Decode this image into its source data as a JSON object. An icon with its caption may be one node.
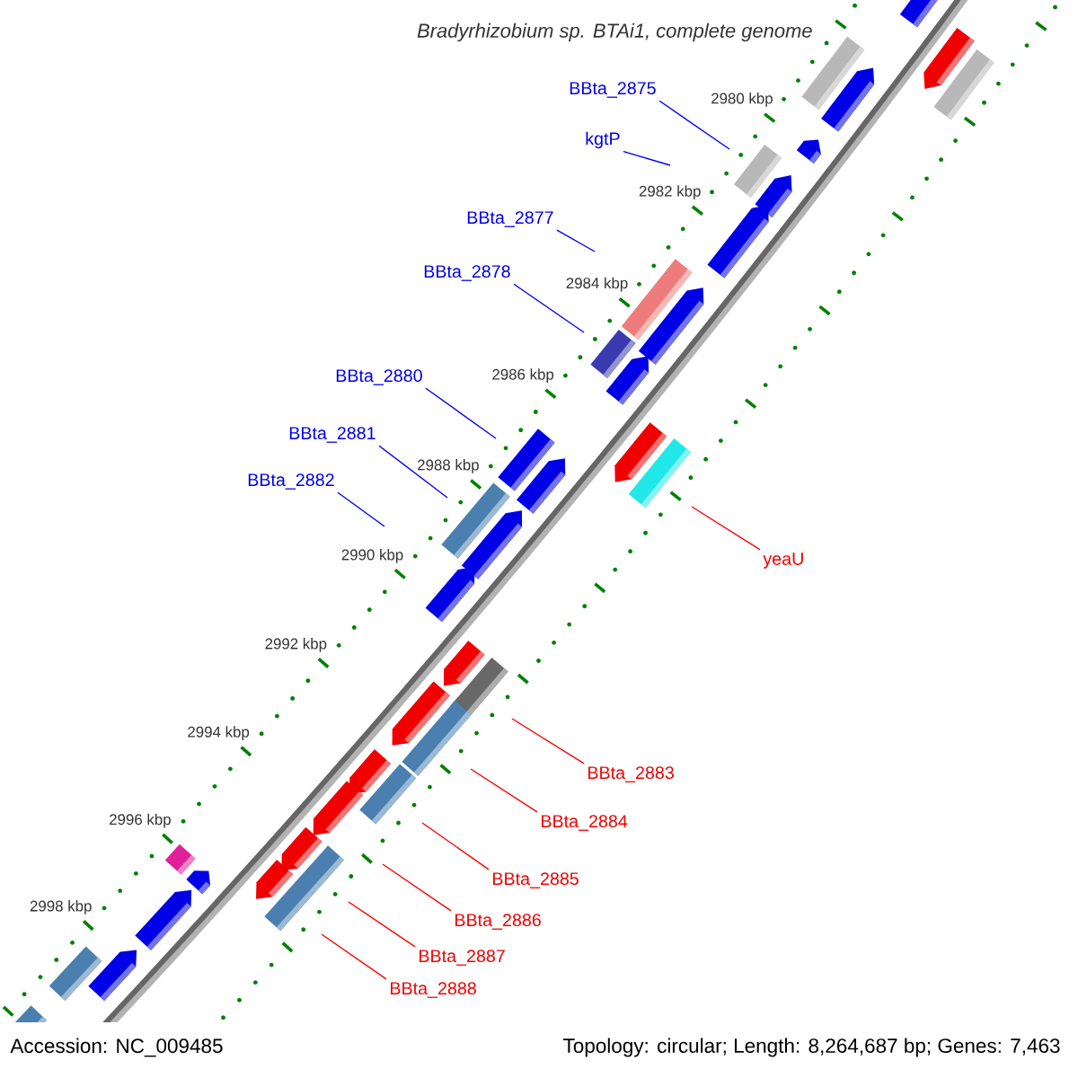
{
  "diagram": {
    "title": "Bradyrhizobium sp. BTAi1, complete genome",
    "nodes": [
      {
        "text": [
          "BBta_2875"
        ]
      },
      {
        "text": [
          "kgtP"
        ]
      },
      {
        "text": [
          "BBta_2877"
        ]
      },
      {
        "text": [
          "BBta_2878"
        ]
      },
      {
        "text": [
          "BBta_2880"
        ]
      },
      {
        "text": [
          "BBta_2881"
        ]
      },
      {
        "text": [
          "BBta_2882"
        ]
      },
      {
        "text": [
          "yeaU"
        ]
      },
      {
        "text": [
          "BBta_2883"
        ]
      },
      {
        "text": [
          "BBta_2884"
        ]
      },
      {
        "text": [
          "BBta_2885"
        ]
      },
      {
        "text": [
          "BBta_2886"
        ]
      },
      {
        "text": [
          "BBta_2887"
        ]
      },
      {
        "text": [
          "BBta_2888"
        ]
      }
    ],
    "edges": [
      {
        "from": 0,
        "to": null,
        "arrow": "none"
      },
      {
        "from": 1,
        "to": null,
        "arrow": "none"
      },
      {
        "from": 2,
        "to": null,
        "arrow": "none"
      },
      {
        "from": 3,
        "to": null,
        "arrow": "none"
      },
      {
        "from": 4,
        "to": null,
        "arrow": "none"
      },
      {
        "from": 5,
        "to": null,
        "arrow": "none"
      },
      {
        "from": 6,
        "to": null,
        "arrow": "none"
      },
      {
        "from": 7,
        "to": null,
        "arrow": "none",
        "color": "#ff0000"
      },
      {
        "from": 8,
        "to": null,
        "arrow": "none",
        "color": "#ff0000"
      },
      {
        "from": 9,
        "to": null,
        "arrow": "none",
        "color": "#ff0000"
      },
      {
        "from": 10,
        "to": null,
        "arrow": "none",
        "color": "#ff0000"
      },
      {
        "from": 11,
        "to": null,
        "arrow": "none",
        "color": "#ff0000"
      },
      {
        "from": 12,
        "to": null,
        "arrow": "none",
        "color": "#ff0000"
      },
      {
        "from": 13,
        "to": null,
        "arrow": "none",
        "color": "#ff0000"
      }
    ],
    "labels": [
      "2980 kbp",
      "2982 kbp",
      "2984 kbp",
      "2986 kbp",
      "2988 kbp",
      "2990 kbp",
      "2992 kbp",
      "2994 kbp",
      "2996 kbp",
      "2998 kbp",
      "Accession: NC_009485",
      "Topology: circular; Length: 8,264,687 bp; Genes: 7,463"
    ]
  }
}
